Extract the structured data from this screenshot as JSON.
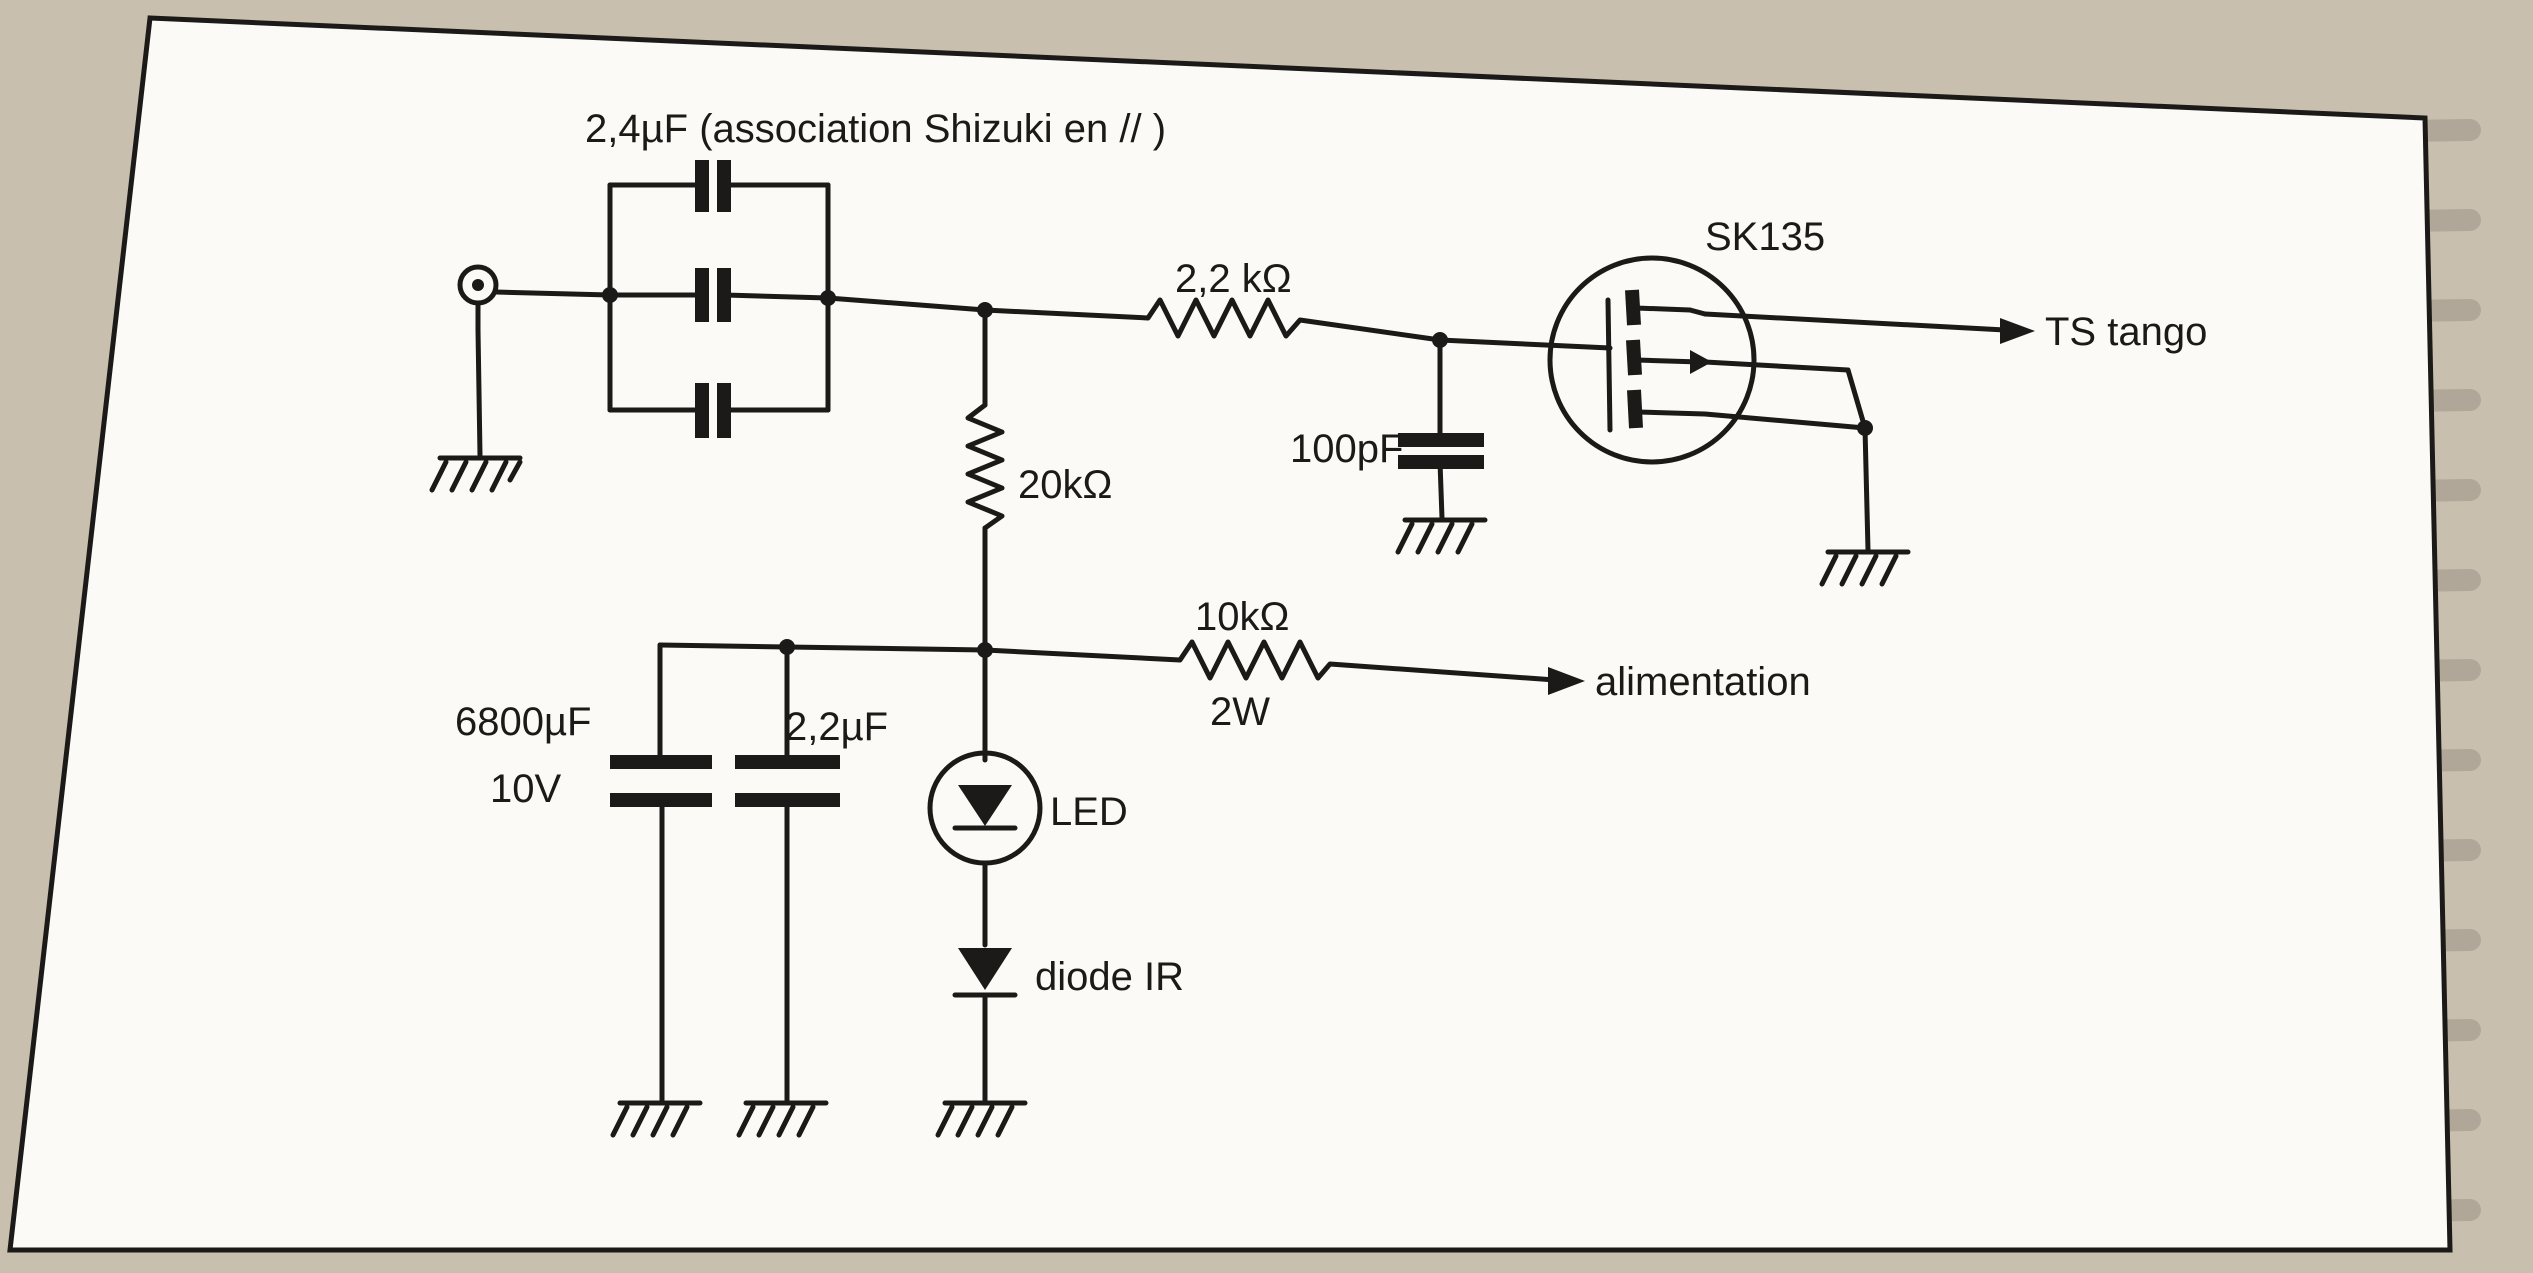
{
  "labels": {
    "cap_group": "2,4µF (association Shizuki  en // )",
    "r1": "2,2 kΩ",
    "r2": "20kΩ",
    "r3": "10kΩ",
    "r3_power": "2W",
    "c_100p": "100pF",
    "c_6800_value": "6800µF",
    "c_6800_voltage": "10V",
    "c_22": "2,2µF",
    "led": "LED",
    "diode_ir": "diode IR",
    "transistor": "SK135",
    "out_ts": "TS tango",
    "out_power": "alimentation"
  },
  "colors": {
    "ink": "#1c1a18",
    "paper": "#fbfaf6",
    "background_page": "#c9bfae"
  }
}
